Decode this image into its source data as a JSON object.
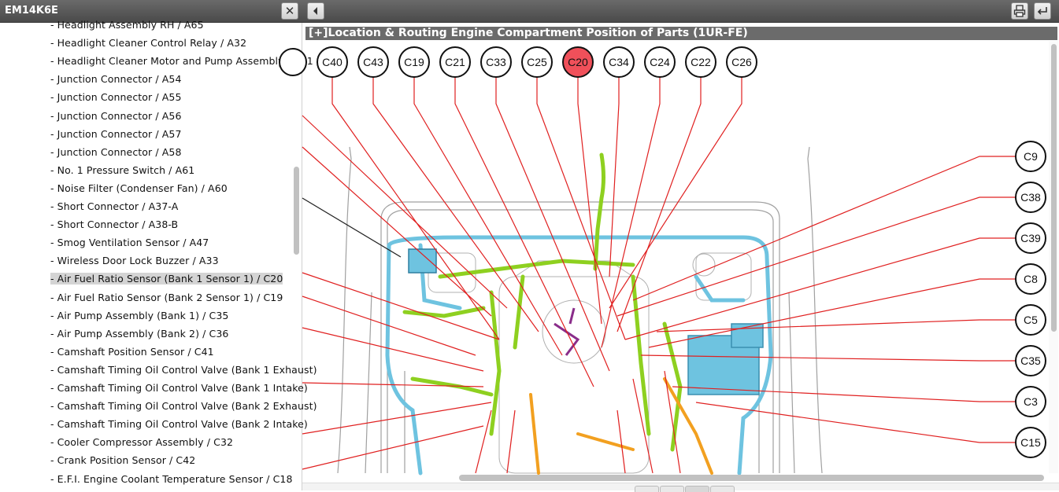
{
  "left_panel": {
    "title": "EM14K6E",
    "close_label": "✕",
    "items": [
      {
        "label": "- Headlight Assembly RH / A65",
        "selected": false
      },
      {
        "label": "- Headlight Cleaner Control Relay / A32",
        "selected": false
      },
      {
        "label": "- Headlight Cleaner Motor and Pump Assembly / A31",
        "selected": false
      },
      {
        "label": "- Junction Connector / A54",
        "selected": false
      },
      {
        "label": "- Junction Connector / A55",
        "selected": false
      },
      {
        "label": "- Junction Connector / A56",
        "selected": false
      },
      {
        "label": "- Junction Connector / A57",
        "selected": false
      },
      {
        "label": "- Junction Connector / A58",
        "selected": false
      },
      {
        "label": "- No. 1 Pressure Switch / A61",
        "selected": false
      },
      {
        "label": "- Noise Filter (Condenser Fan) / A60",
        "selected": false
      },
      {
        "label": "- Short Connector / A37-A",
        "selected": false
      },
      {
        "label": "- Short Connector / A38-B",
        "selected": false
      },
      {
        "label": "- Smog Ventilation Sensor / A47",
        "selected": false
      },
      {
        "label": "- Wireless Door Lock Buzzer / A33",
        "selected": false
      },
      {
        "label": "- Air Fuel Ratio Sensor (Bank 1 Sensor 1) / C20",
        "selected": true
      },
      {
        "label": "- Air Fuel Ratio Sensor (Bank 2 Sensor 1) / C19",
        "selected": false
      },
      {
        "label": "- Air Pump Assembly (Bank 1) / C35",
        "selected": false
      },
      {
        "label": "- Air Pump Assembly (Bank 2) / C36",
        "selected": false
      },
      {
        "label": "- Camshaft Position Sensor / C41",
        "selected": false
      },
      {
        "label": "- Camshaft Timing Oil Control Valve (Bank 1 Exhaust)",
        "selected": false
      },
      {
        "label": "- Camshaft Timing Oil Control Valve (Bank 1 Intake)",
        "selected": false
      },
      {
        "label": "- Camshaft Timing Oil Control Valve (Bank 2 Exhaust)",
        "selected": false
      },
      {
        "label": "- Camshaft Timing Oil Control Valve (Bank 2 Intake)",
        "selected": false
      },
      {
        "label": "- Cooler Compressor Assembly / C32",
        "selected": false
      },
      {
        "label": "- Crank Position Sensor / C42",
        "selected": false
      },
      {
        "label": "- E.F.I. Engine Coolant Temperature Sensor / C18",
        "selected": false
      }
    ]
  },
  "toolbar": {
    "back_icon": "chevron-left-icon",
    "print_icon": "print-icon",
    "return_icon": "return-arrow-icon"
  },
  "diagram": {
    "title": "[+]Location & Routing  Engine Compartment  Position of Parts (1UR-FE)",
    "top_connectors": [
      {
        "label": "C40",
        "highlighted": false
      },
      {
        "label": "C43",
        "highlighted": false
      },
      {
        "label": "C19",
        "highlighted": false
      },
      {
        "label": "C21",
        "highlighted": false
      },
      {
        "label": "C33",
        "highlighted": false
      },
      {
        "label": "C25",
        "highlighted": false
      },
      {
        "label": "C20",
        "highlighted": true
      },
      {
        "label": "C34",
        "highlighted": false
      },
      {
        "label": "C24",
        "highlighted": false
      },
      {
        "label": "C22",
        "highlighted": false
      },
      {
        "label": "C26",
        "highlighted": false
      }
    ],
    "right_connectors": [
      {
        "label": "C9"
      },
      {
        "label": "C38"
      },
      {
        "label": "C39"
      },
      {
        "label": "C8"
      },
      {
        "label": "C5"
      },
      {
        "label": "C35"
      },
      {
        "label": "C3"
      },
      {
        "label": "C15"
      }
    ],
    "colors": {
      "leader_line": "#e02020",
      "highlight_fill": "#f0505a",
      "harness_blue": "#6ec3e0",
      "harness_green": "#8ed020",
      "harness_orange": "#f2a020",
      "outline": "#999999"
    }
  }
}
